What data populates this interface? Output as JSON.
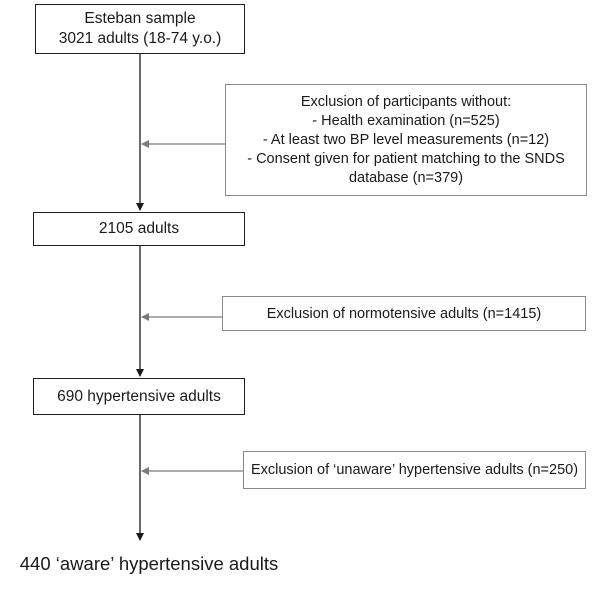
{
  "flowchart": {
    "start_box": {
      "lines": [
        "Esteban sample",
        "3021 adults (18-74 y.o.)"
      ]
    },
    "exclusion_1": {
      "lines": [
        "Exclusion of participants without:",
        "- Health examination (n=525)",
        "- At least two BP level measurements (n=12)",
        "- Consent given for patient matching to the SNDS",
        "database (n=379)"
      ]
    },
    "step_2": {
      "label": "2105 adults"
    },
    "exclusion_2": {
      "label": "Exclusion of normotensive adults (n=1415)"
    },
    "step_3": {
      "label": "690 hypertensive adults"
    },
    "exclusion_3": {
      "label": "Exclusion of ‘unaware’ hypertensive adults (n=250)"
    },
    "final_box": {
      "label": "440 ‘aware’ hypertensive adults"
    },
    "colors": {
      "main_border": "#1f1f1f",
      "exclusion_border": "#8a8a8a",
      "main_arrow": "#1a1a1a",
      "exclusion_arrow": "#7a7a7a"
    }
  }
}
